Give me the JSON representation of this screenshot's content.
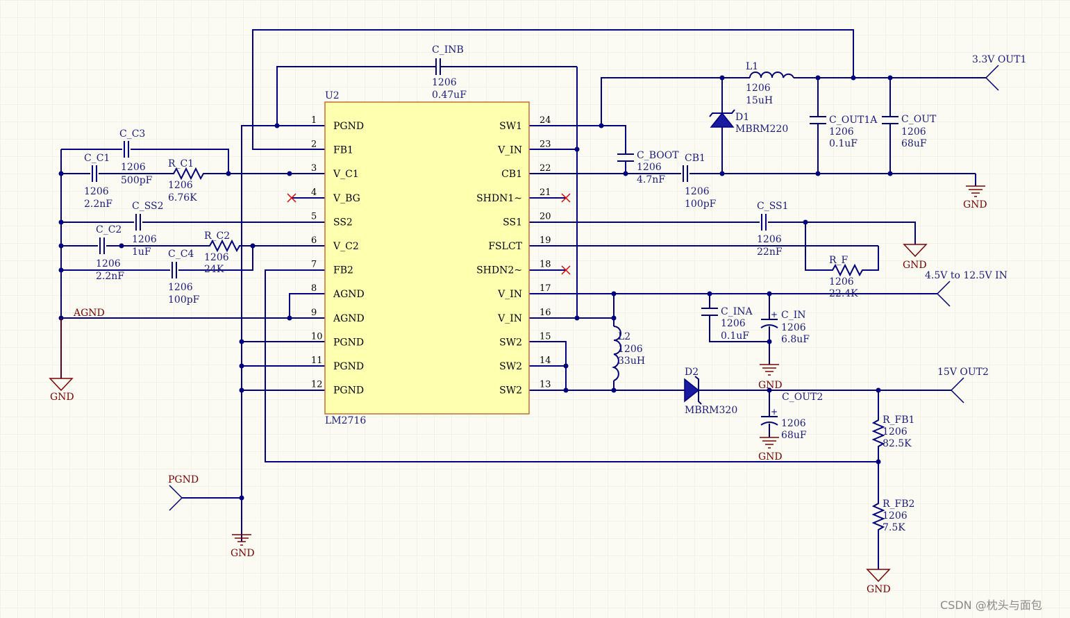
{
  "colors": {
    "background": "#fbfbf3",
    "wire": "#000080",
    "chip_fill": "#ffffb0",
    "chip_border": "#c07030",
    "power": "#800000",
    "nc": "#e00000",
    "grid": "#e8e8dc"
  },
  "chip": {
    "ref": "U2",
    "part": "LM2716",
    "left_pins": [
      {
        "num": "1",
        "name": "PGND"
      },
      {
        "num": "2",
        "name": "FB1"
      },
      {
        "num": "3",
        "name": "V_C1"
      },
      {
        "num": "4",
        "name": "V_BG"
      },
      {
        "num": "5",
        "name": "SS2"
      },
      {
        "num": "6",
        "name": "V_C2"
      },
      {
        "num": "7",
        "name": "FB2"
      },
      {
        "num": "8",
        "name": "AGND"
      },
      {
        "num": "9",
        "name": "AGND"
      },
      {
        "num": "10",
        "name": "PGND"
      },
      {
        "num": "11",
        "name": "PGND"
      },
      {
        "num": "12",
        "name": "PGND"
      }
    ],
    "right_pins": [
      {
        "num": "24",
        "name": "SW1"
      },
      {
        "num": "23",
        "name": "V_IN"
      },
      {
        "num": "22",
        "name": "CB1"
      },
      {
        "num": "21",
        "name": "SHDN1~"
      },
      {
        "num": "20",
        "name": "SS1"
      },
      {
        "num": "19",
        "name": "FSLCT"
      },
      {
        "num": "18",
        "name": "SHDN2~"
      },
      {
        "num": "17",
        "name": "V_IN"
      },
      {
        "num": "16",
        "name": "V_IN"
      },
      {
        "num": "15",
        "name": "SW2"
      },
      {
        "num": "14",
        "name": "SW2"
      },
      {
        "num": "13",
        "name": "SW2"
      }
    ]
  },
  "components": {
    "c_inb": {
      "ref": "C_INB",
      "pkg": "1206",
      "value": "0.47uF"
    },
    "c_c3": {
      "ref": "C_C3",
      "pkg": "1206",
      "value": "500pF"
    },
    "c_c1": {
      "ref": "C_C1",
      "pkg": "1206",
      "value": "2.2nF"
    },
    "r_c1": {
      "ref": "R_C1",
      "pkg": "1206",
      "value": "6.76K"
    },
    "c_ss2": {
      "ref": "C_SS2",
      "pkg": "1206",
      "value": "1uF"
    },
    "c_c2": {
      "ref": "C_C2",
      "pkg": "1206",
      "value": "2.2nF"
    },
    "r_c2": {
      "ref": "R_C2",
      "pkg": "1206",
      "value": "24K"
    },
    "c_c4": {
      "ref": "C_C4",
      "pkg": "1206",
      "value": "100pF"
    },
    "l1": {
      "ref": "L1",
      "pkg": "1206",
      "value": "15uH"
    },
    "d1": {
      "ref": "D1",
      "value": "MBRM220"
    },
    "c_out1a": {
      "ref": "C_OUT1A",
      "pkg": "1206",
      "value": "0.1uF"
    },
    "c_out": {
      "ref": "C_OUT",
      "pkg": "1206",
      "value": "68uF"
    },
    "c_boot": {
      "ref": "C_BOOT",
      "pkg": "1206",
      "value": "4.7nF"
    },
    "cb1": {
      "ref": "CB1",
      "pkg": "1206",
      "value": "100pF"
    },
    "c_ss1": {
      "ref": "C_SS1",
      "pkg": "1206",
      "value": "22nF"
    },
    "r_f": {
      "ref": "R_F",
      "pkg": "1206",
      "value": "22.4K"
    },
    "c_ina": {
      "ref": "C_INA",
      "pkg": "1206",
      "value": "0.1uF"
    },
    "c_in": {
      "ref": "C_IN",
      "pkg": "1206",
      "value": "6.8uF"
    },
    "l2": {
      "ref": "L2",
      "pkg": "1206",
      "value": "33uH"
    },
    "d2": {
      "ref": "D2",
      "value": "MBRM320"
    },
    "c_out2": {
      "ref": "C_OUT2",
      "pkg": "1206",
      "value": "68uF"
    },
    "r_fb1": {
      "ref": "R_FB1",
      "pkg": "1206",
      "value": "82.5K"
    },
    "r_fb2": {
      "ref": "R_FB2",
      "pkg": "1206",
      "value": "7.5K"
    }
  },
  "ports": {
    "out1": "3.3V OUT1",
    "vin": "4.5V to 12.5V IN",
    "out2": "15V OUT2",
    "pgnd": "PGND",
    "agnd": "AGND"
  },
  "power": {
    "gnd": "GND"
  },
  "watermark": "CSDN @枕头与面包"
}
